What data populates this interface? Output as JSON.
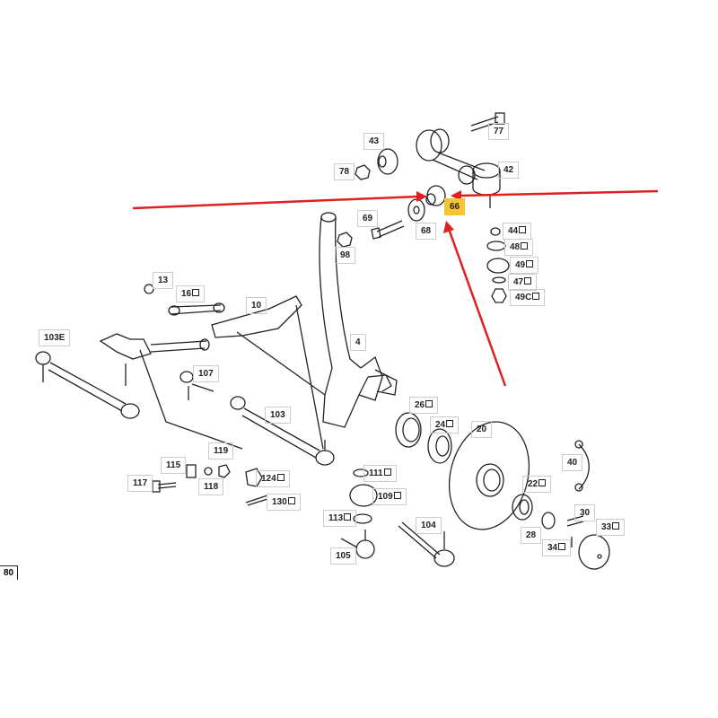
{
  "diagram": {
    "page_number": "80",
    "highlight_color": "#f2c531",
    "arrow_color": "#e02020",
    "highlighted_part": "66",
    "labels": [
      {
        "id": "43",
        "n": "43"
      },
      {
        "id": "77",
        "n": "77"
      },
      {
        "id": "78",
        "n": "78"
      },
      {
        "id": "42",
        "n": "42"
      },
      {
        "id": "66",
        "n": "66"
      },
      {
        "id": "69",
        "n": "69"
      },
      {
        "id": "68",
        "n": "68"
      },
      {
        "id": "98",
        "n": "98"
      },
      {
        "id": "44",
        "n": "44"
      },
      {
        "id": "48",
        "n": "48"
      },
      {
        "id": "49",
        "n": "49"
      },
      {
        "id": "47",
        "n": "47"
      },
      {
        "id": "49C",
        "n": "49C"
      },
      {
        "id": "13",
        "n": "13"
      },
      {
        "id": "16",
        "n": "16"
      },
      {
        "id": "10",
        "n": "10"
      },
      {
        "id": "103E",
        "n": "103E"
      },
      {
        "id": "4",
        "n": "4"
      },
      {
        "id": "107",
        "n": "107"
      },
      {
        "id": "103",
        "n": "103"
      },
      {
        "id": "26",
        "n": "26"
      },
      {
        "id": "24",
        "n": "24"
      },
      {
        "id": "20",
        "n": "20"
      },
      {
        "id": "119",
        "n": "119"
      },
      {
        "id": "115",
        "n": "115"
      },
      {
        "id": "117",
        "n": "117"
      },
      {
        "id": "118",
        "n": "118"
      },
      {
        "id": "124",
        "n": "124"
      },
      {
        "id": "111",
        "n": "111"
      },
      {
        "id": "109",
        "n": "109"
      },
      {
        "id": "130",
        "n": "130"
      },
      {
        "id": "113",
        "n": "113"
      },
      {
        "id": "22",
        "n": "22"
      },
      {
        "id": "40",
        "n": "40"
      },
      {
        "id": "104",
        "n": "104"
      },
      {
        "id": "30",
        "n": "30"
      },
      {
        "id": "33",
        "n": "33"
      },
      {
        "id": "28",
        "n": "28"
      },
      {
        "id": "34",
        "n": "34"
      },
      {
        "id": "105",
        "n": "105"
      }
    ]
  }
}
